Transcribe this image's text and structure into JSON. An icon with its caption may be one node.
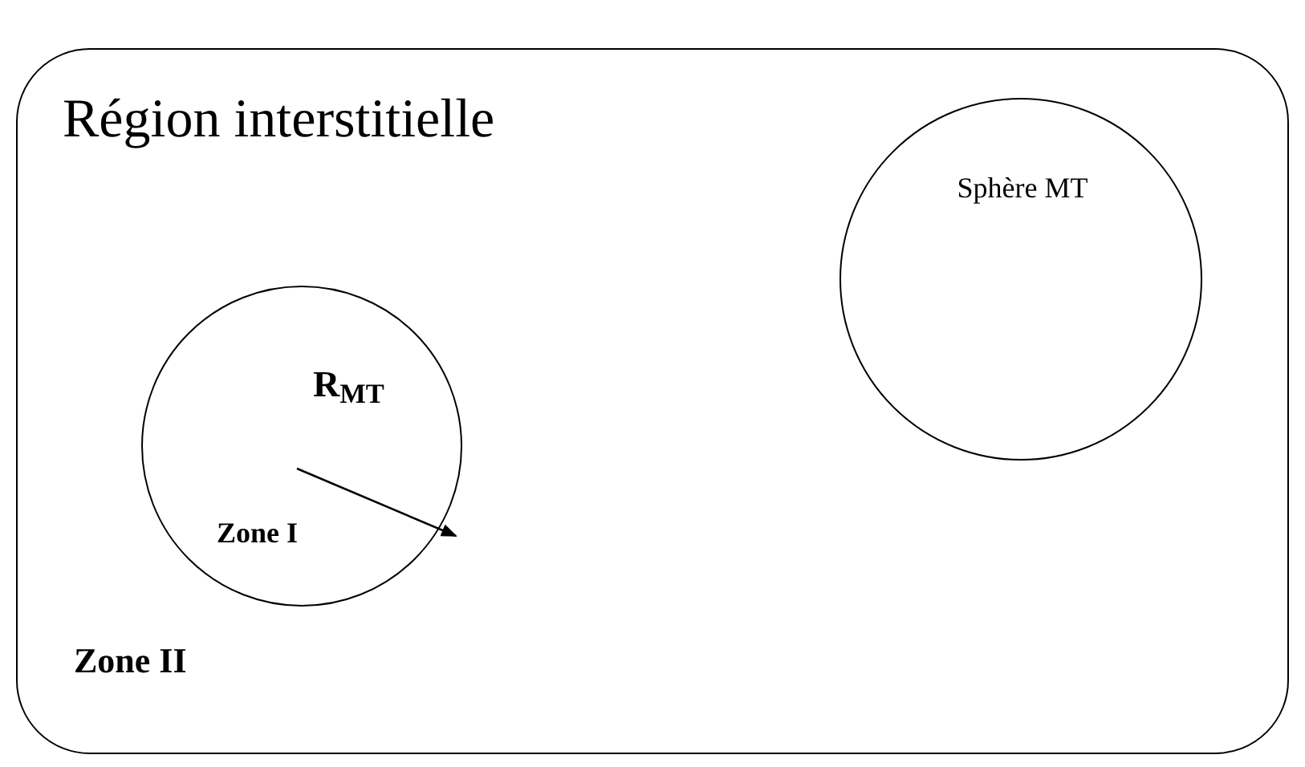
{
  "diagram": {
    "nodes": [
      {
        "text": [
          "Région interstitielle",
          "Zone II"
        ]
      },
      {
        "text": [
          "R$_{MT}$",
          "Zone I"
        ],
        "in": 0
      },
      {
        "text": [
          "Sphère MT"
        ],
        "in": 0
      }
    ]
  }
}
